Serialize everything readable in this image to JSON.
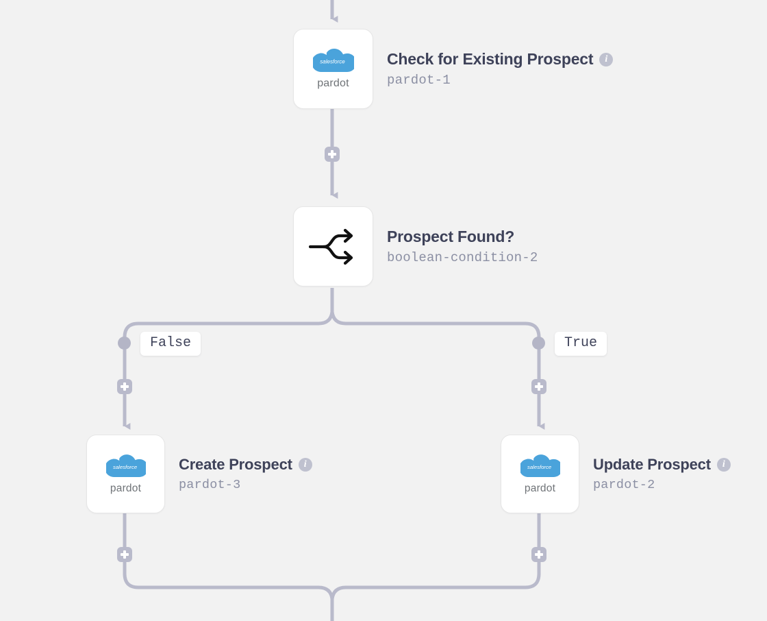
{
  "canvas": {
    "background": "#f2f2f2",
    "wire_color": "#b9bacb",
    "title_color": "#3e4259",
    "subtitle_color": "#8b8fa3",
    "accent_color": "#3f9fd5"
  },
  "logo": {
    "brand": "salesforce",
    "product": "pardot",
    "cloud_color": "#4aa3db"
  },
  "nodes": [
    {
      "id": "pardot-1",
      "title": "Check for Existing Prospect",
      "subtitle": "pardot-1",
      "icon": "pardot-logo-icon",
      "has_info": true,
      "info_icon": "info-icon"
    },
    {
      "id": "boolean-condition-2",
      "title": "Prospect Found?",
      "subtitle": "boolean-condition-2",
      "icon": "branch-fork-icon",
      "has_info": false,
      "info_icon": ""
    },
    {
      "id": "pardot-3",
      "title": "Create Prospect",
      "subtitle": "pardot-3",
      "icon": "pardot-logo-icon",
      "has_info": true,
      "info_icon": "info-icon"
    },
    {
      "id": "pardot-2",
      "title": "Update Prospect",
      "subtitle": "pardot-2",
      "icon": "pardot-logo-icon",
      "has_info": true,
      "info_icon": "info-icon"
    }
  ],
  "branches": [
    {
      "id": "false-branch",
      "label": "False"
    },
    {
      "id": "true-branch",
      "label": "True"
    }
  ],
  "add_buttons": [
    {
      "id": "add-step-after-pardot-1"
    },
    {
      "id": "add-step-false-branch"
    },
    {
      "id": "add-step-true-branch"
    },
    {
      "id": "add-step-after-pardot-3"
    },
    {
      "id": "add-step-after-pardot-2"
    }
  ]
}
